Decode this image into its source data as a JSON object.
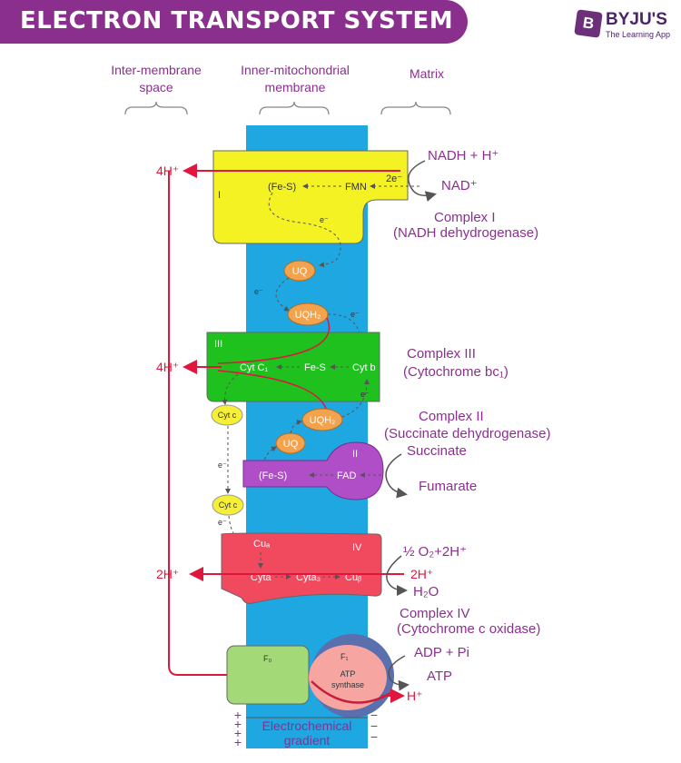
{
  "title": "ELECTRON TRANSPORT SYSTEM",
  "logo": {
    "name": "BYJU'S",
    "tagline": "The Learning App",
    "badge": "B"
  },
  "regions": {
    "intermembrane": [
      "Inter-membrane",
      "space"
    ],
    "inner_membrane": [
      "Inner-mitochondrial",
      "membrane"
    ],
    "matrix": "Matrix"
  },
  "complex1": {
    "numeral": "I",
    "name": "Complex I",
    "desc": "(NADH dehydrogenase)",
    "fes": "(Fe-S)",
    "fmn": "FMN",
    "two_e": "2e⁻",
    "nadh": "NADH + H⁺",
    "nad": "NAD⁺",
    "proton": "4H⁺",
    "e": "e⁻"
  },
  "uq1": "UQ",
  "uqh2_1": "UQH₂",
  "e_labels": {
    "a": "e⁻",
    "b": "e⁻",
    "c": "e⁻",
    "d": "e⁻",
    "e": "e⁻"
  },
  "complex3": {
    "numeral": "III",
    "name": "Complex III",
    "desc": "(Cytochrome bc₁)",
    "cytc1": "Cyt C₁",
    "fes": "Fe-S",
    "cytb": "Cyt b",
    "proton": "4H⁺"
  },
  "cytc_top": "Cyt c",
  "cytc_bottom": "Cyt c",
  "uqh2_2": "UQH₂",
  "uq2": "UQ",
  "complex2": {
    "numeral": "II",
    "name": "Complex II",
    "desc": "(Succinate dehydrogenase)",
    "fes": "(Fe-S)",
    "fad": "FAD",
    "succinate": "Succinate",
    "fumarate": "Fumarate"
  },
  "complex4": {
    "numeral": "IV",
    "name": "Complex IV",
    "desc": "(Cytochrome c oxidase)",
    "cua": "Cuₐ",
    "cyta": "Cyta",
    "cyta3": "Cyta₃",
    "cub": "Cuᵦ",
    "oxygen": "½ O₂+2H⁺",
    "h_in": "2H⁺",
    "water": "H₂O",
    "proton": "2H⁺"
  },
  "synthase": {
    "f0": "F₀",
    "f1": "F₁",
    "name_line1": "ATP",
    "name_line2": "synthase",
    "adp": "ADP + Pi",
    "atp": "ATP",
    "h": "H⁺"
  },
  "gradient": {
    "line1": "Electrochemical",
    "line2": "gradient",
    "plus": "+",
    "minus": "−"
  },
  "colors": {
    "membrane": "#1ea7e1",
    "complex1": "#f5f223",
    "complex3": "#1ec11e",
    "complex2": "#b04ec7",
    "complex4": "#f14a5e",
    "f0": "#a3d977",
    "f1": "#f7a5a1",
    "quinone": "#f3a24d",
    "cytc": "#f5ef36",
    "proton_arrow": "#e0173c",
    "brand": "#8b2f8f"
  }
}
